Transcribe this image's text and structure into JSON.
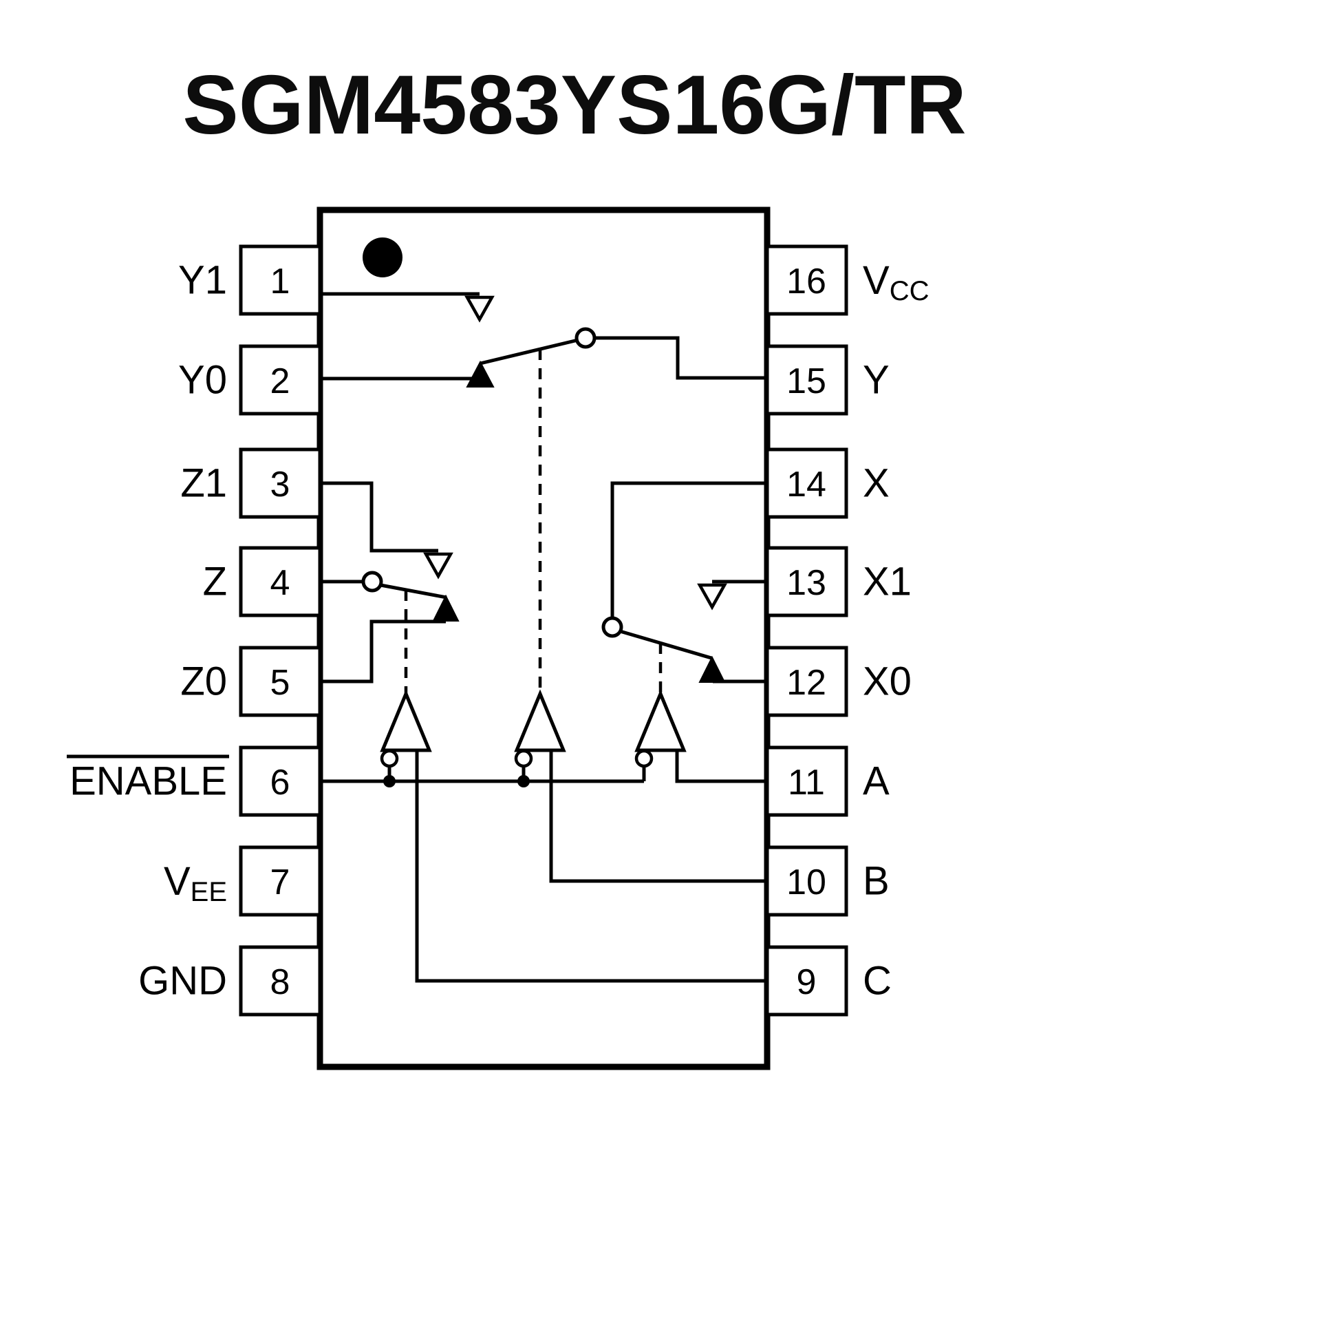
{
  "title": "SGM4583YS16G/TR",
  "chip": {
    "pins_left": [
      {
        "number": "1",
        "name": "Y1"
      },
      {
        "number": "2",
        "name": "Y0"
      },
      {
        "number": "3",
        "name": "Z1"
      },
      {
        "number": "4",
        "name": "Z"
      },
      {
        "number": "5",
        "name": "Z0"
      },
      {
        "number": "6",
        "name": "ENABLE",
        "active_low": true
      },
      {
        "number": "7",
        "name": "V",
        "subscript": "EE"
      },
      {
        "number": "8",
        "name": "GND"
      }
    ],
    "pins_right": [
      {
        "number": "16",
        "name": "V",
        "subscript": "CC"
      },
      {
        "number": "15",
        "name": "Y"
      },
      {
        "number": "14",
        "name": "X"
      },
      {
        "number": "13",
        "name": "X1"
      },
      {
        "number": "12",
        "name": "X0"
      },
      {
        "number": "11",
        "name": "A"
      },
      {
        "number": "10",
        "name": "B"
      },
      {
        "number": "9",
        "name": "C"
      }
    ],
    "switches": [
      {
        "pole": "Y",
        "throws": [
          "Y1",
          "Y0"
        ],
        "control": "B"
      },
      {
        "pole": "Z",
        "throws": [
          "Z1",
          "Z0"
        ],
        "control": "C"
      },
      {
        "pole": "X",
        "throws": [
          "X1",
          "X0"
        ],
        "control": "A"
      }
    ],
    "buffer_count": 3
  },
  "colors": {
    "line": "#000000",
    "background": "#ffffff",
    "title": "#0d0d0d"
  }
}
